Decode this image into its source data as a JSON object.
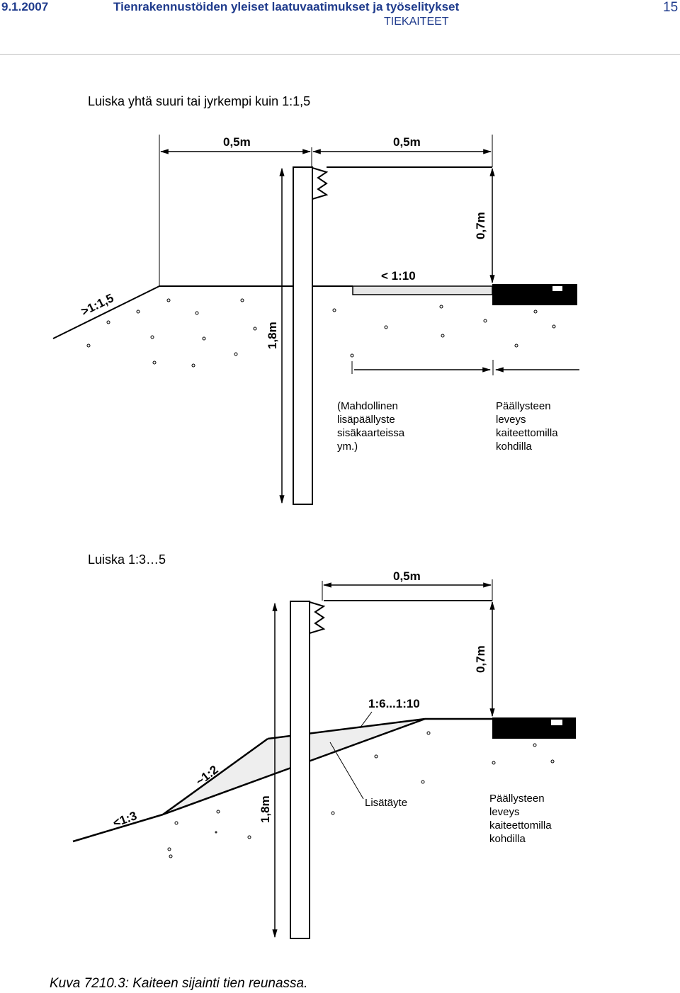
{
  "header": {
    "date": "9.1.2007",
    "title": "Tienrakennustöiden yleiset laatuvaatimukset ja työselitykset",
    "section": "TIEKAITEET",
    "page": "15"
  },
  "figure1": {
    "caption": "Luiska yhtä suuri tai jyrkempi kuin 1:1,5",
    "dim_left": "0,5m",
    "dim_right": "0,5m",
    "dim_height": "0,7m",
    "dim_post": "1,8m",
    "slope_label": ">1:1,5",
    "shoulder_label": "< 1:10",
    "note_left": [
      "(Mahdollinen",
      "lisäpäällyste",
      "sisäkaarteissa",
      "ym.)"
    ],
    "note_right": [
      "Päällysteen",
      "leveys",
      "kaiteettomilla",
      "kohdilla"
    ]
  },
  "figure2": {
    "caption": "Luiska 1:3…5",
    "dim_top": "0,5m",
    "dim_height": "0,7m",
    "dim_post": "1,8m",
    "slope_low": "<1:3",
    "slope_fill": "~1:2",
    "shoulder_label": "1:6...1:10",
    "fill_label": "Lisätäyte",
    "note_right": [
      "Päällysteen",
      "leveys",
      "kaiteettomilla",
      "kohdilla"
    ]
  },
  "figure_caption": "Kuva 7210.3: Kaiteen sijainti tien reunassa."
}
